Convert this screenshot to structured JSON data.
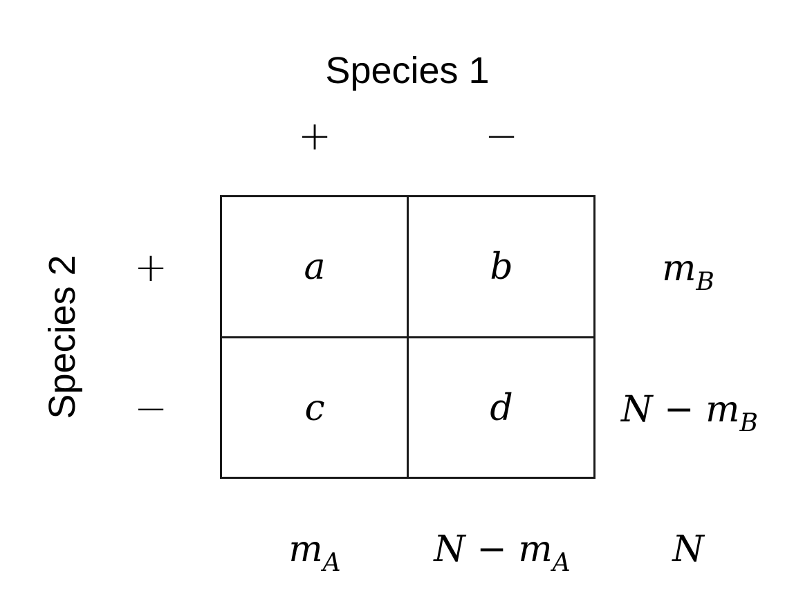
{
  "header": {
    "column_variable": "Species 1",
    "row_variable": "Species 2"
  },
  "column_levels": [
    "+",
    "−"
  ],
  "row_levels": [
    "+",
    "−"
  ],
  "cells": {
    "a": "a",
    "b": "b",
    "c": "c",
    "d": "d"
  },
  "row_totals": [
    {
      "main": "m",
      "sub": "B"
    },
    {
      "prefix": "N − ",
      "main": "m",
      "sub": "B"
    }
  ],
  "column_totals": [
    {
      "main": "m",
      "sub": "A"
    },
    {
      "prefix": "N − ",
      "main": "m",
      "sub": "A"
    }
  ],
  "grand_total": "N"
}
